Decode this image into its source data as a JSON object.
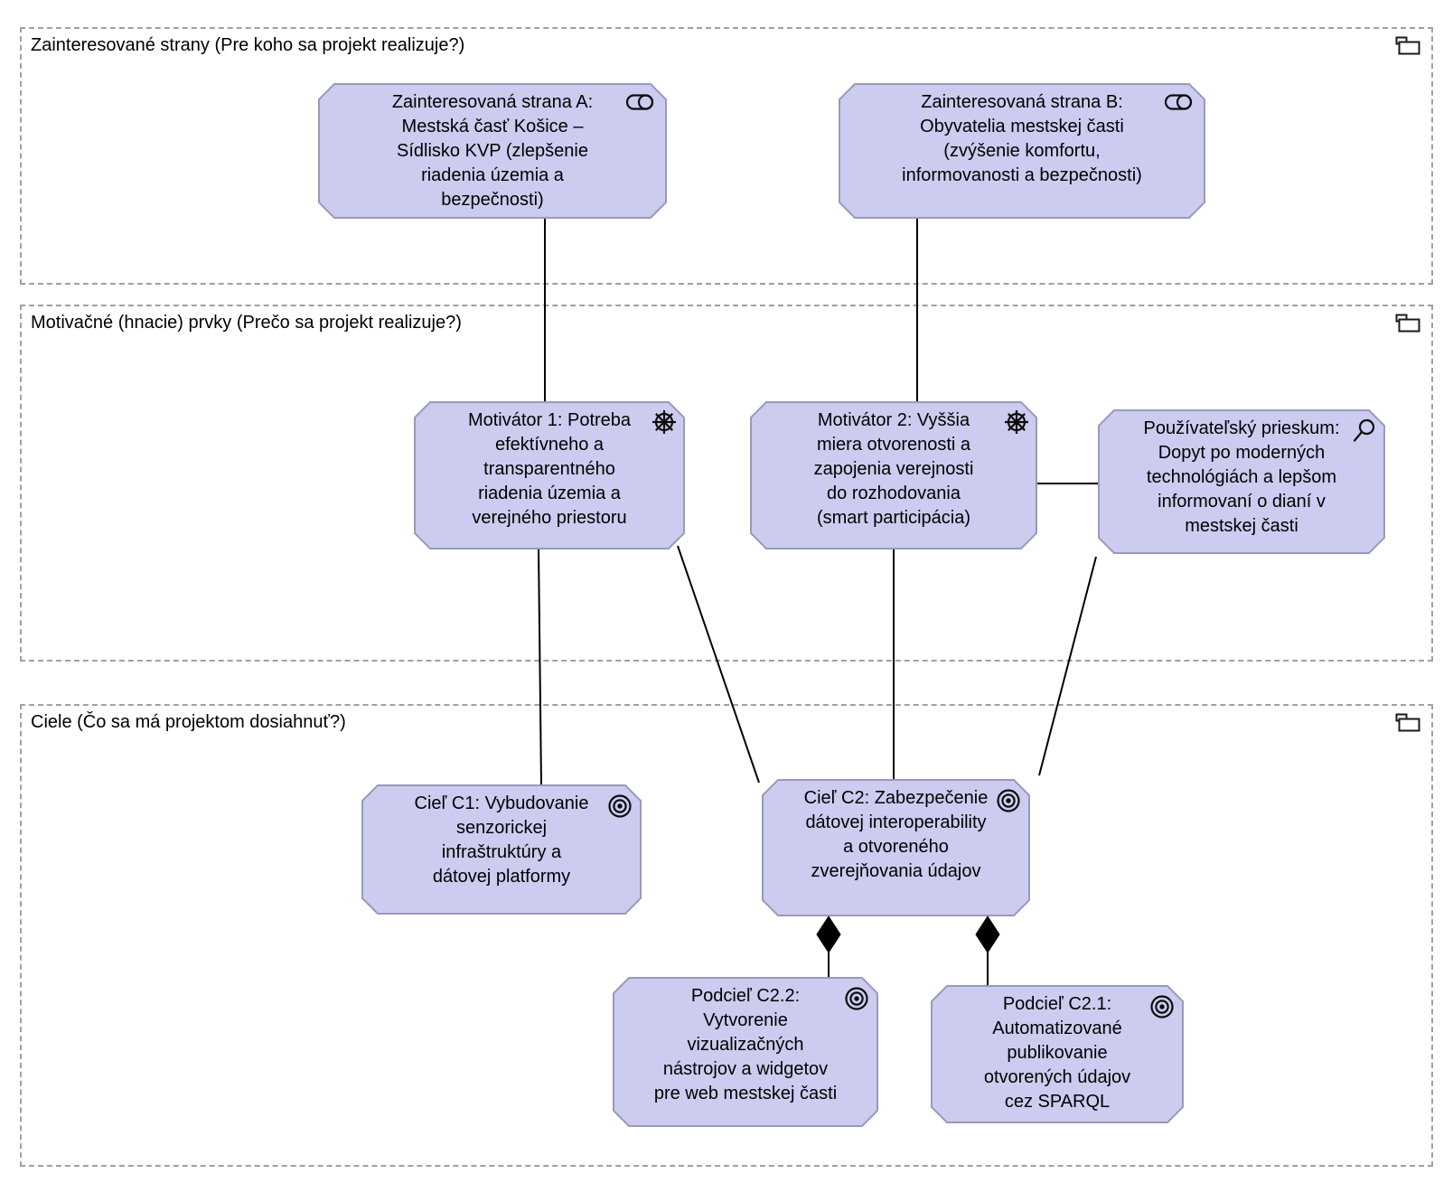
{
  "diagram": {
    "lanes": {
      "stakeholders": {
        "label": "Zainteresované strany (Pre koho sa projekt realizuje?)"
      },
      "drivers": {
        "label": "Motivačné (hnacie) prvky (Prečo sa projekt realizuje?)"
      },
      "goals": {
        "label": "Ciele (Čo sa má projektom dosiahnuť?)"
      }
    },
    "elements": {
      "stakeholder_a": {
        "label": "Zainteresovaná strana A:\nMestská časť Košice –\nSídlisko KVP (zlepšenie\nriadenia územia a\nbezpečnosti)",
        "icon": "stakeholder-icon"
      },
      "stakeholder_b": {
        "label": "Zainteresovaná strana B:\nObyvatelia mestskej časti\n(zvýšenie komfortu,\ninformovanosti a bezpečnosti)",
        "icon": "stakeholder-icon"
      },
      "driver_1": {
        "label": "Motivátor 1: Potreba\nefektívneho a\ntransparentného\nriadenia územia a\nverejného priestoru",
        "icon": "driver-icon"
      },
      "driver_2": {
        "label": "Motivátor 2: Vyššia\nmiera otvorenosti a\nzapojenia verejnosti\ndo rozhodovania\n(smart participácia)",
        "icon": "driver-icon"
      },
      "assessment": {
        "label": "Používateľský prieskum:\nDopyt po moderných\ntechnológiách a lepšom\ninformovaní o dianí v\nmestskej časti",
        "icon": "assessment-icon"
      },
      "goal_c1": {
        "label": "Cieľ C1: Vybudovanie\nsenzorickej\ninfraštruktúry a\ndátovej platformy",
        "icon": "goal-icon"
      },
      "goal_c2": {
        "label": "Cieľ C2: Zabezpečenie\ndátovej interoperability\na otvoreného\nzverejňovania údajov",
        "icon": "goal-icon"
      },
      "subgoal_c22": {
        "label": "Podcieľ C2.2:\nVytvorenie\nvizualizačných\nnástrojov a widgetov\npre web mestskej časti",
        "icon": "goal-icon"
      },
      "subgoal_c21": {
        "label": "Podcieľ C2.1:\nAutomatizované\npublikovanie\notvorených údajov\ncez SPARQL",
        "icon": "goal-icon"
      }
    },
    "connections": [
      {
        "from": "stakeholder_a",
        "to": "driver_1",
        "type": "plain"
      },
      {
        "from": "stakeholder_b",
        "to": "driver_2",
        "type": "plain"
      },
      {
        "from": "driver_2",
        "to": "assessment",
        "type": "plain"
      },
      {
        "from": "driver_1",
        "to": "goal_c1",
        "type": "plain"
      },
      {
        "from": "driver_1",
        "to": "goal_c2",
        "type": "plain"
      },
      {
        "from": "driver_2",
        "to": "goal_c2",
        "type": "plain"
      },
      {
        "from": "assessment",
        "to": "goal_c2",
        "type": "plain"
      },
      {
        "from": "goal_c2",
        "to": "subgoal_c22",
        "type": "composition"
      },
      {
        "from": "goal_c2",
        "to": "subgoal_c21",
        "type": "composition"
      }
    ],
    "colors": {
      "element_fill": "#ccccf0",
      "element_border": "#9a99bb",
      "lane_border": "#a0a0a0",
      "connector": "#000000"
    }
  }
}
